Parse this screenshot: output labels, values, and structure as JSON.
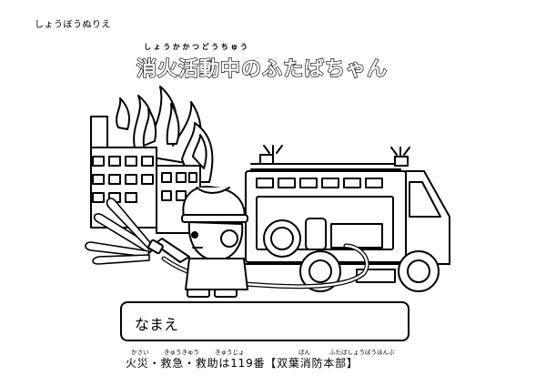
{
  "corner_label": "しょうぼうぬりえ",
  "title_ruby": "しょうかかつどうちゅう",
  "title": "消火活動中のふたばちゃん",
  "name_label": "なまえ",
  "footer": {
    "text": "火災・救急・救助は119番【双葉消防本部】",
    "ruby": {
      "kasai": "かさい",
      "kyuukyuu": "きゅうきゅう",
      "kyuujo": "きゅうじょ",
      "ban": "ばん",
      "honbu": "ふたばしょうぼうほんぶ"
    }
  }
}
